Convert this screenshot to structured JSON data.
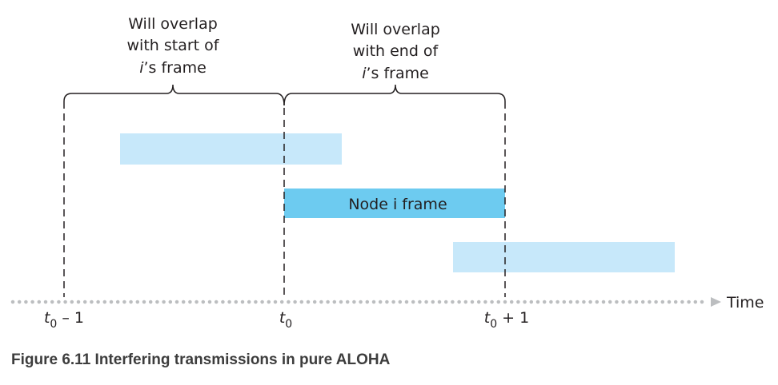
{
  "brackets": [
    {
      "line1": "Will overlap",
      "line2": "with start of",
      "line3_italic": "i",
      "line3_rest": "’s frame"
    },
    {
      "line1": "Will overlap",
      "line2": "with end of",
      "line3_italic": "i",
      "line3_rest": "’s frame"
    }
  ],
  "frames": {
    "early_frame_label": "",
    "node_frame_label": "Node i frame",
    "late_frame_label": ""
  },
  "axis": {
    "label": "Time",
    "ticks": [
      {
        "base": "t",
        "sub": "0",
        "suffix": " – 1"
      },
      {
        "base": "t",
        "sub": "0",
        "suffix": ""
      },
      {
        "base": "t",
        "sub": "0",
        "suffix": " + 1"
      }
    ]
  },
  "caption": "Figure 6.11 Interfering transmissions in pure ALOHA",
  "colors": {
    "light_frame": "#c7e8fa",
    "node_frame": "#6dcbf0",
    "dashed_line": "#231f20",
    "axis_dots": "#bcbec0",
    "text": "#231f20",
    "caption": "#3d3d3d"
  }
}
